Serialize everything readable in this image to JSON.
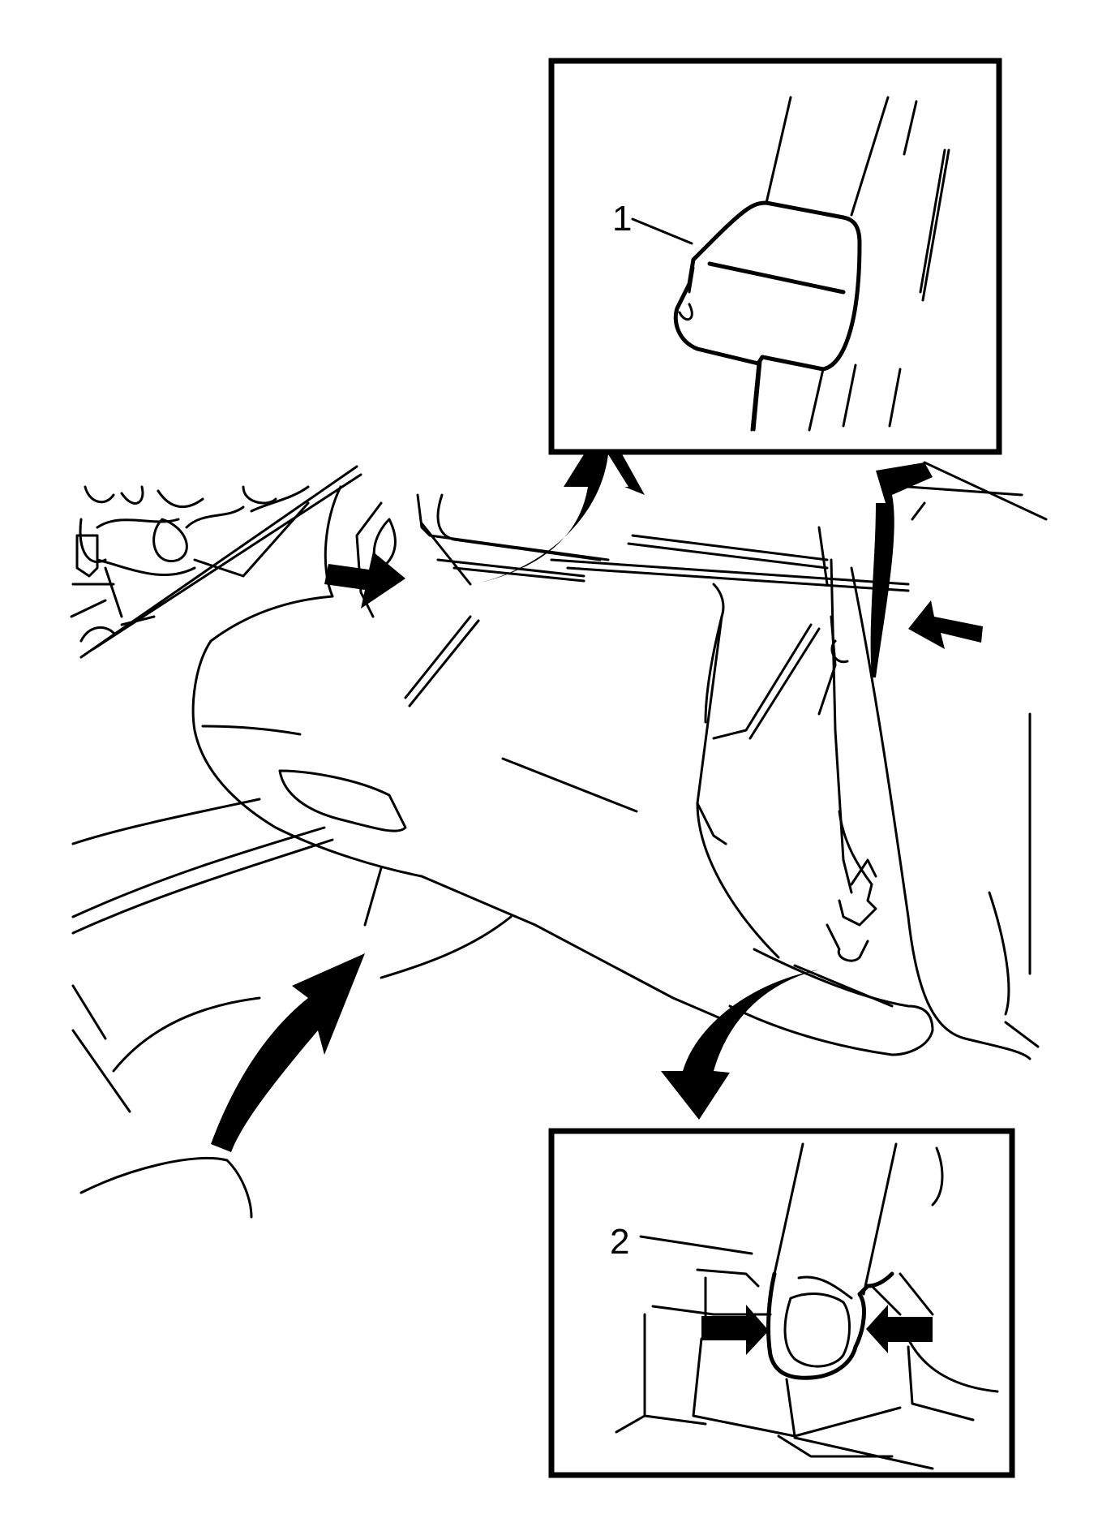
{
  "diagram": {
    "subject": "glove box removal",
    "stroke_color": "#000000",
    "background_color": "#ffffff",
    "insets": [
      {
        "id": "detail-1",
        "callout": "1"
      },
      {
        "id": "detail-2",
        "callout": "2"
      }
    ],
    "arrows": {
      "push_arrows": 4,
      "curved_motion_arrows": 4
    }
  }
}
